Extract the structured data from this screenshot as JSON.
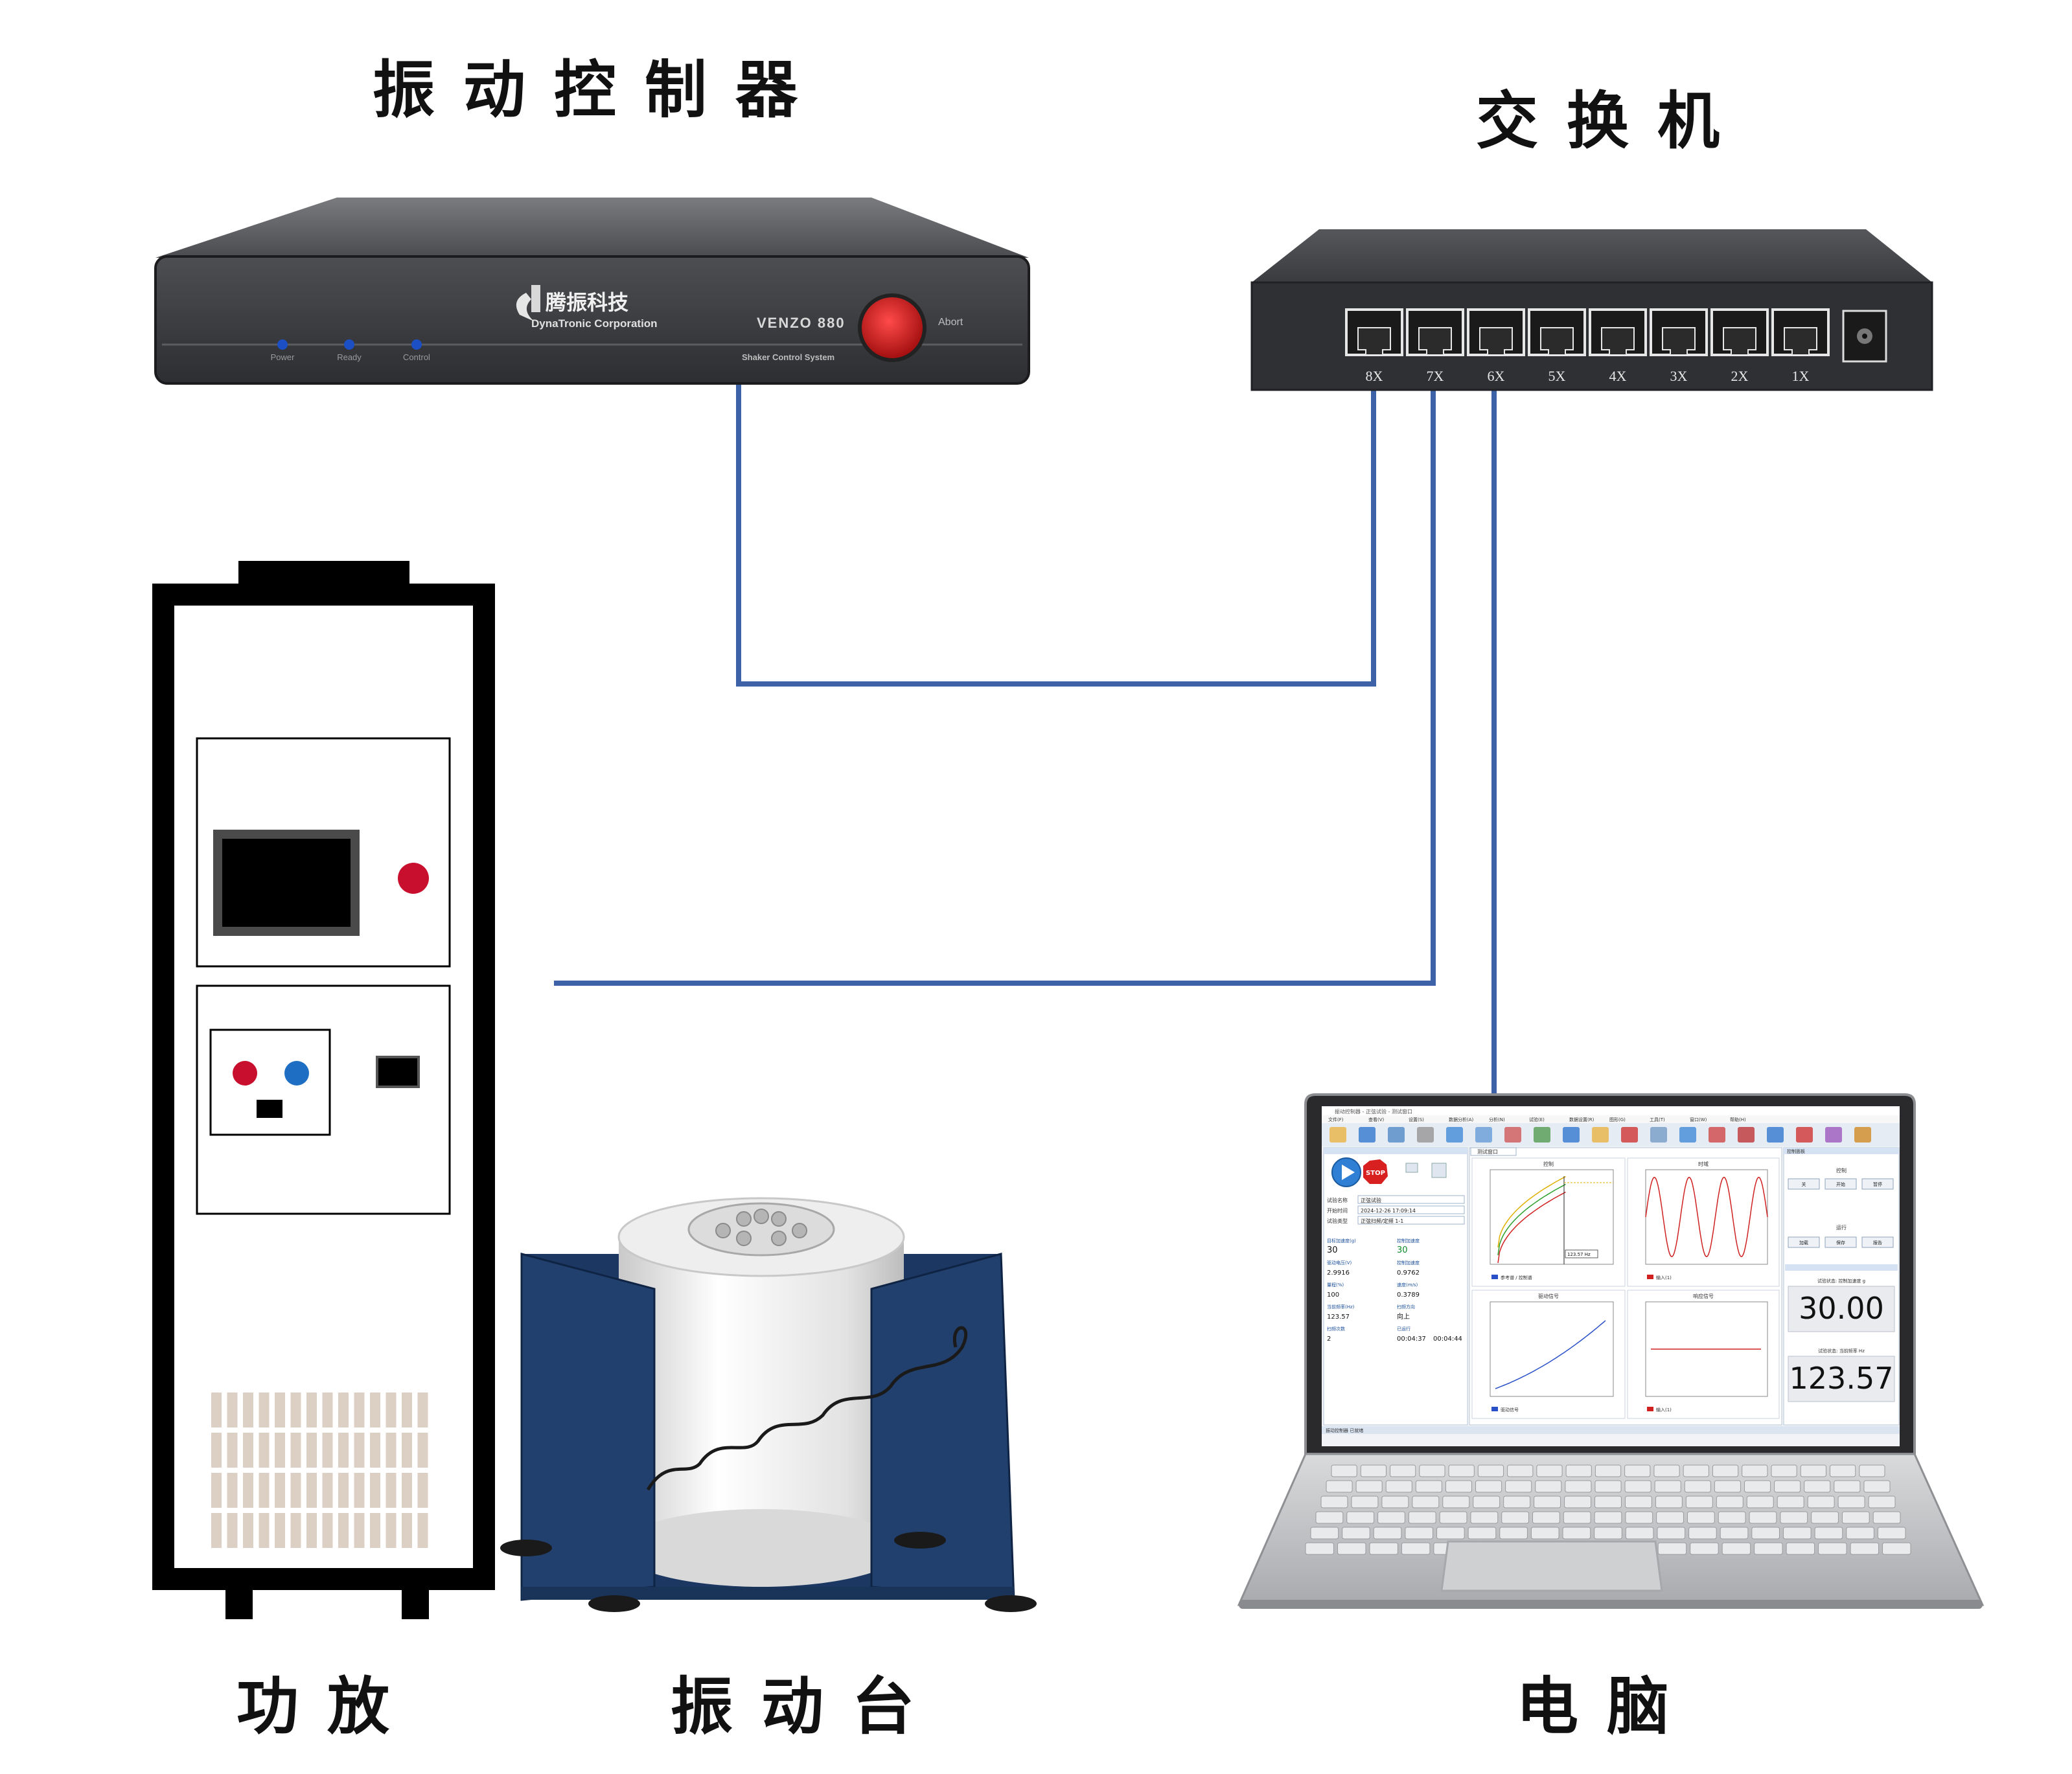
{
  "labels": {
    "controller": "振动控制器",
    "switch": "交换机",
    "amplifier": "功放",
    "shaker": "振动台",
    "computer": "电脑"
  },
  "controller": {
    "brand": "腾振科技",
    "brand_en": "DynaTronic Corporation",
    "model": "VENZO 880",
    "subtitle": "Shaker  Control  System",
    "abort_label": "Abort",
    "leds": [
      "Power",
      "Ready",
      "Control"
    ]
  },
  "switch": {
    "ports": [
      "8X",
      "7X",
      "6X",
      "5X",
      "4X",
      "3X",
      "2X",
      "1X"
    ]
  },
  "laptop_screen": {
    "title": "振动控制器 - 正弦试验 - 测试窗口",
    "menu": [
      "文件(F)",
      "查看(V)",
      "设置(S)",
      "数据分析(A)",
      "分析(N)",
      "试验(E)",
      "数据设置(R)",
      "图形(G)",
      "工具(T)",
      "窗口(W)",
      "帮助(H)"
    ],
    "tab": "测试窗口",
    "stop_label": "STOP",
    "info_fields": [
      {
        "label": "试验名称",
        "value": "正弦试验"
      },
      {
        "label": "开始时间",
        "value": "2024-12-26 17:09:14"
      },
      {
        "label": "试验类型",
        "value": "正弦扫频/定频 1-1"
      }
    ],
    "param_rows": [
      {
        "label": "目标加速度(g)",
        "value": "30",
        "label2": "控制加速度",
        "value2": "30"
      },
      {
        "label": "驱动电压(V)",
        "value": "2.9916",
        "label2": "控制加速度",
        "value2": "0.9762"
      },
      {
        "label": "量程(%)",
        "value": "100",
        "label2": "速度(m/s)",
        "value2": "0.3789"
      },
      {
        "label": "当前频率(Hz)",
        "value": "123.57",
        "label2": "扫频方向",
        "value2": "向上"
      },
      {
        "label": "扫频次数",
        "value": "2",
        "label2": "已运行",
        "value2": "00:04:37",
        "value3": "00:04:44"
      }
    ],
    "plots": [
      {
        "title": "控制",
        "legend": "参考谱 / 控制谱"
      },
      {
        "title": "时域",
        "legend": "输入(1)"
      },
      {
        "title": "驱动信号",
        "legend": "驱动信号"
      },
      {
        "title": "响应信号",
        "legend": "输入(1)"
      }
    ],
    "plot_annotation": "123.57 Hz",
    "right_panel": {
      "header": "控制面板",
      "section1": "控制",
      "buttons1": [
        "关",
        "开始",
        "暂停"
      ],
      "section2": "运行",
      "buttons2": [
        "加载",
        "保存",
        "报告"
      ],
      "big_values": [
        {
          "caption": "试验状态: 控制加速度 g",
          "value": "30.00"
        },
        {
          "caption": "试验状态: 当前频率 Hz",
          "value": "123.57"
        }
      ]
    },
    "status_bar": "振动控制器 已就绪"
  },
  "colors": {
    "cable": "#3d62a8",
    "abort_red": "#c8102e",
    "shaker_frame": "#22406d",
    "led_blue": "#1d4fc4",
    "app_blue": "#2f7fd4"
  }
}
